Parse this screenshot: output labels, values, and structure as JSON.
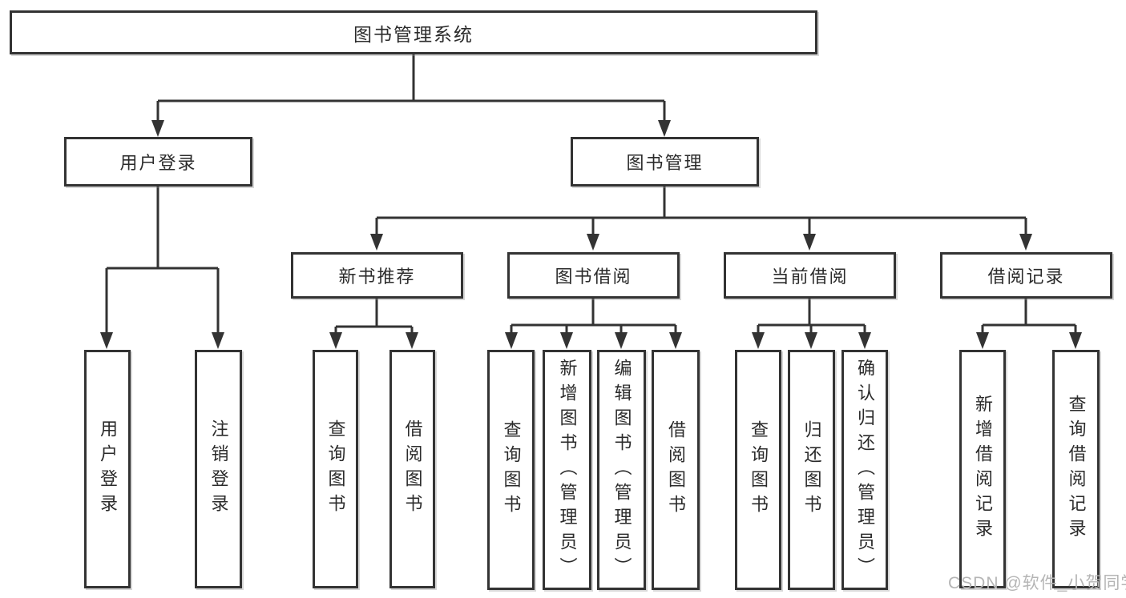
{
  "nodes": {
    "root": "图书管理系统",
    "user_login": "用户登录",
    "book_mgmt": "图书管理",
    "new_book": "新书推荐",
    "book_borrow": "图书借阅",
    "current_borrow": "当前借阅",
    "borrow_record": "借阅记录"
  },
  "leaves": {
    "user_login": [
      "用户登录",
      "注销登录"
    ],
    "new_book": [
      "查询图书",
      "借阅图书"
    ],
    "book_borrow": [
      "查询图书",
      "新增图书（管理员）",
      "编辑图书（管理员）",
      "借阅图书"
    ],
    "current_borrow": [
      "查询图书",
      "归还图书",
      "确认归还（管理员）"
    ],
    "borrow_record": [
      "新增借阅记录",
      "查询借阅记录"
    ]
  },
  "watermark": "CSDN @软件_小贺同学",
  "colors": {
    "line": "#333333",
    "text": "#2b2b2b",
    "box_fill": "#ffffff",
    "watermark": "#b5b5b5",
    "background": "#ffffff"
  }
}
